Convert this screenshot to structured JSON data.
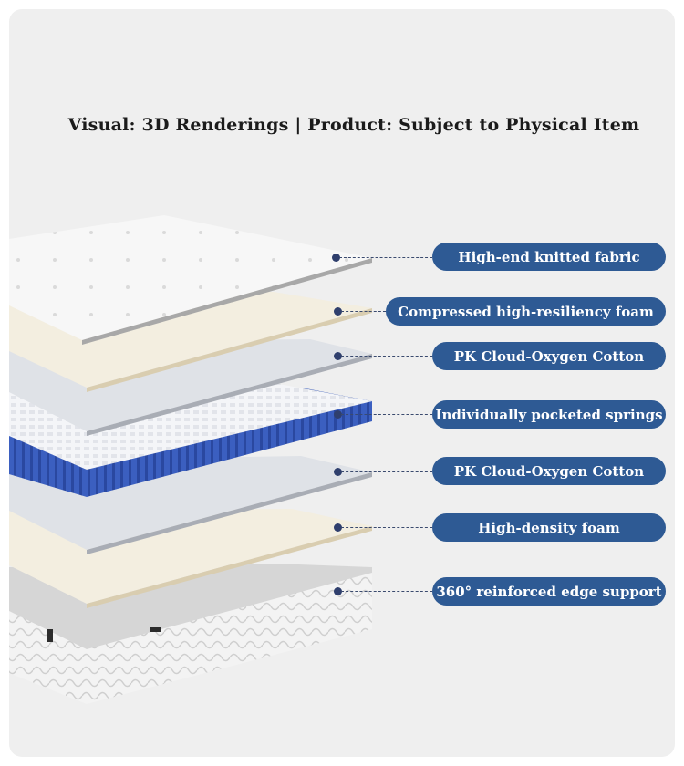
{
  "title": "Visual: 3D Renderings | Product: Subject to Physical Item",
  "layers": [
    {
      "label": "High-end knitted fabric"
    },
    {
      "label": "Compressed high-resiliency foam"
    },
    {
      "label": "PK Cloud-Oxygen Cotton"
    },
    {
      "label": "Individually pocketed springs"
    },
    {
      "label": "PK Cloud-Oxygen Cotton"
    },
    {
      "label": "High-density foam"
    },
    {
      "label": "360° reinforced edge support"
    }
  ],
  "colors": {
    "pill": "#2e5a94",
    "background": "#efefef",
    "springs": "#3b5fc0"
  }
}
